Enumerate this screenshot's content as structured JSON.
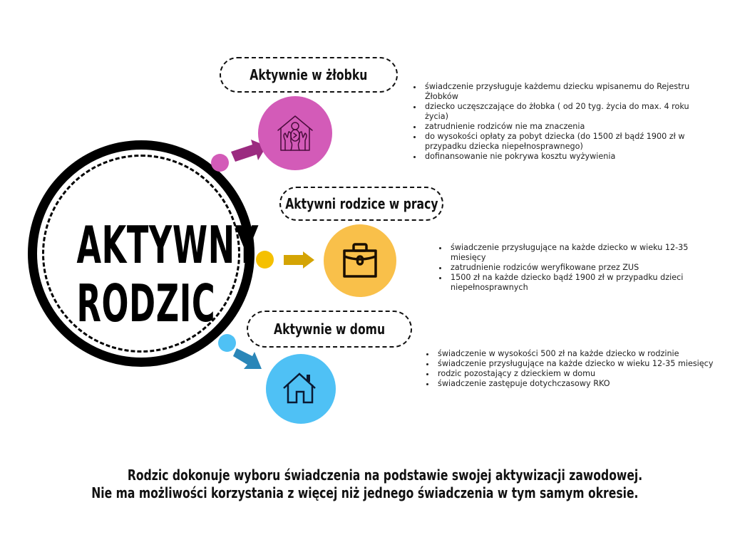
{
  "center": {
    "title_line1": "AKTYWNY",
    "title_line2": "RODZIC"
  },
  "branches": [
    {
      "label": "Aktywnie w żłobku",
      "icon": "nursery-hands-baby-icon",
      "color": "#d35bb8",
      "arrow_color": "#9b2b80",
      "bullets": [
        "świadczenie przysługuje każdemu dziecku wpisanemu do Rejestru Żłobków",
        "dziecko uczęszczające do żłobka ( od 20 tyg. życia do max. 4 roku życia)",
        "zatrudnienie rodziców nie ma znaczenia",
        "do wysokości opłaty za pobyt dziecka (do 1500 zł bądź 1900 zł w przypadku dziecka niepełnosprawnego)",
        "dofinansowanie nie pokrywa kosztu wyżywienia"
      ]
    },
    {
      "label": "Aktywni rodzice w pracy",
      "icon": "briefcase-icon",
      "color": "#f9c04a",
      "arrow_color": "#d4a404",
      "bullets": [
        "świadczenie przysługujące na każde dziecko w wieku 12-35 miesięcy",
        "zatrudnienie rodziców weryfikowane przez ZUS",
        "1500 zł na każde dziecko bądź 1900 zł w przypadku dzieci niepełnosprawnych"
      ]
    },
    {
      "label": "Aktywnie w domu",
      "icon": "house-icon",
      "color": "#4fc1f5",
      "arrow_color": "#2a86b8",
      "bullets": [
        "świadczenie w wysokości 500 zł na każde dziecko w rodzinie",
        "świadczenie przysługujące na każde dziecko w wieku 12-35 miesięcy",
        "rodzic pozostający z dzieckiem w domu",
        "świadczenie zastępuje dotychczasowy RKO"
      ]
    }
  ],
  "footer": {
    "line1": "Rodzic dokonuje wyboru świadczenia na podstawie swojej aktywizacji zawodowej.",
    "line2": "Nie ma możliwości korzystania z więcej niż jednego świadczenia w tym samym okresie."
  }
}
